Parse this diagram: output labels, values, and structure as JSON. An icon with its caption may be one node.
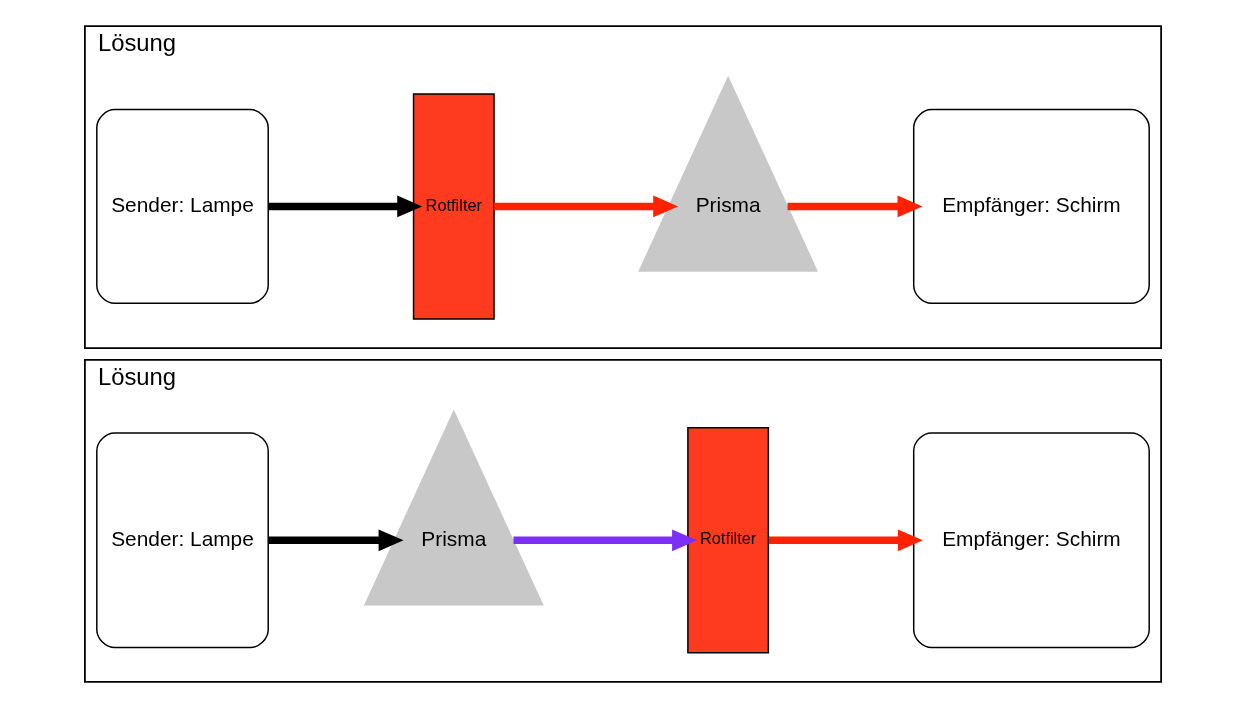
{
  "diagram": {
    "nodes": [
      {
        "text": [
          "Lösung"
        ]
      },
      {
        "text": [
          "Sender: Lampe"
        ],
        "in": 0
      },
      {
        "text": [
          "Rotfilter"
        ],
        "in": 0
      },
      {
        "text": [
          "Prisma"
        ],
        "in": 0
      },
      {
        "text": [
          "Empfänger: Schirm"
        ],
        "in": 0
      },
      {
        "text": [
          "Lösung"
        ]
      },
      {
        "text": [
          "Sender: Lampe"
        ],
        "in": 5
      },
      {
        "text": [
          "Prisma"
        ],
        "in": 5
      },
      {
        "text": [
          "Rotfilter"
        ],
        "in": 5
      },
      {
        "text": [
          "Empfänger: Schirm"
        ],
        "in": 5
      }
    ],
    "edges": [
      {
        "from": 1,
        "to": 2,
        "arrow": "to",
        "color": "#000000"
      },
      {
        "from": 2,
        "to": 3,
        "arrow": "to"
      },
      {
        "from": 3,
        "to": 4,
        "arrow": "to"
      },
      {
        "from": 6,
        "to": 7,
        "arrow": "to",
        "color": "#000000"
      },
      {
        "from": 7,
        "to": 8,
        "arrow": "to",
        "color": "#7b2ff7"
      },
      {
        "from": 8,
        "to": 9,
        "arrow": "to"
      }
    ]
  }
}
